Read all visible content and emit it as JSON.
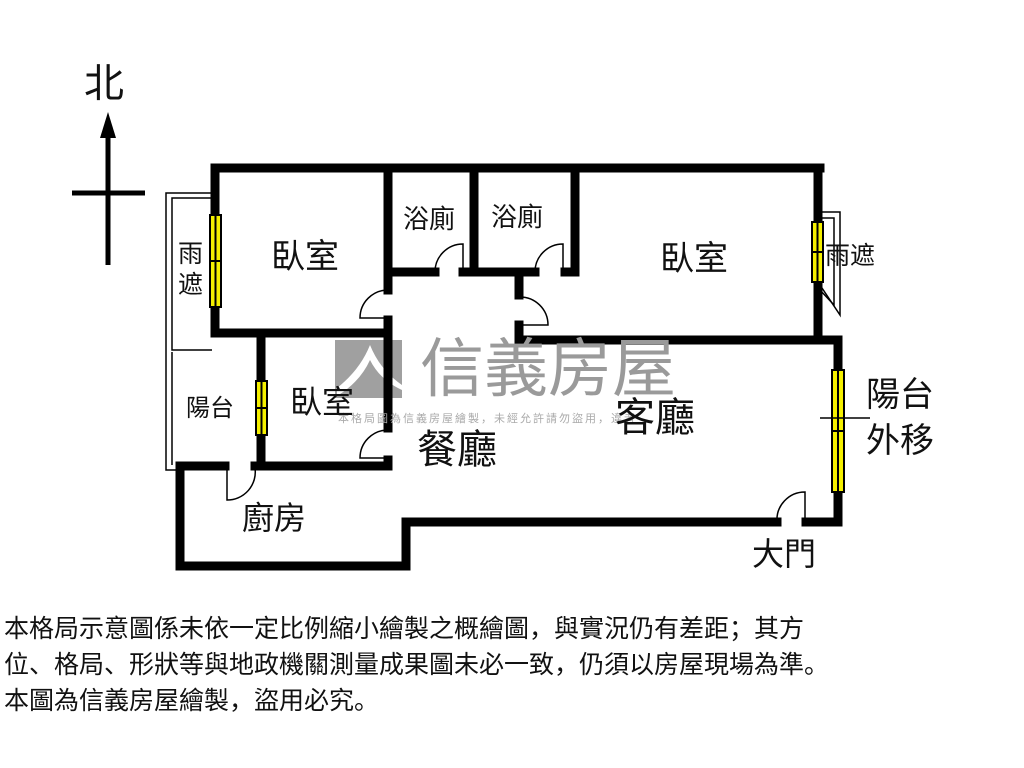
{
  "compass": {
    "north": "北"
  },
  "rooms": {
    "bedroom_nw": "臥室",
    "bath_1": "浴廁",
    "bath_2": "浴廁",
    "bedroom_ne": "臥室",
    "bedroom_small": "臥室",
    "canopy_w": "雨遮",
    "canopy_e": "雨遮",
    "balcony_w": "陽台",
    "dining": "餐廳",
    "living": "客廳",
    "balcony_moved_line1": "陽台",
    "balcony_moved_line2": "外移",
    "kitchen": "廚房",
    "main_door": "大門"
  },
  "watermark": {
    "brand": "信義房屋",
    "notice": "本格局圖為信義房屋繪製，未經允許請勿盜用，違者"
  },
  "disclaimer": [
    "本格局示意圖係未依一定比例縮小繪製之概繪圖，與實況仍有差距；其方",
    "位、格局、形狀等與地政機關測量成果圖未必一致，仍須以房屋現場為準。",
    "本圖為信義房屋繪製，盜用必究。"
  ],
  "colors": {
    "wall": "#000000",
    "window": "#f5f000",
    "watermark": "#9a9a9a"
  }
}
